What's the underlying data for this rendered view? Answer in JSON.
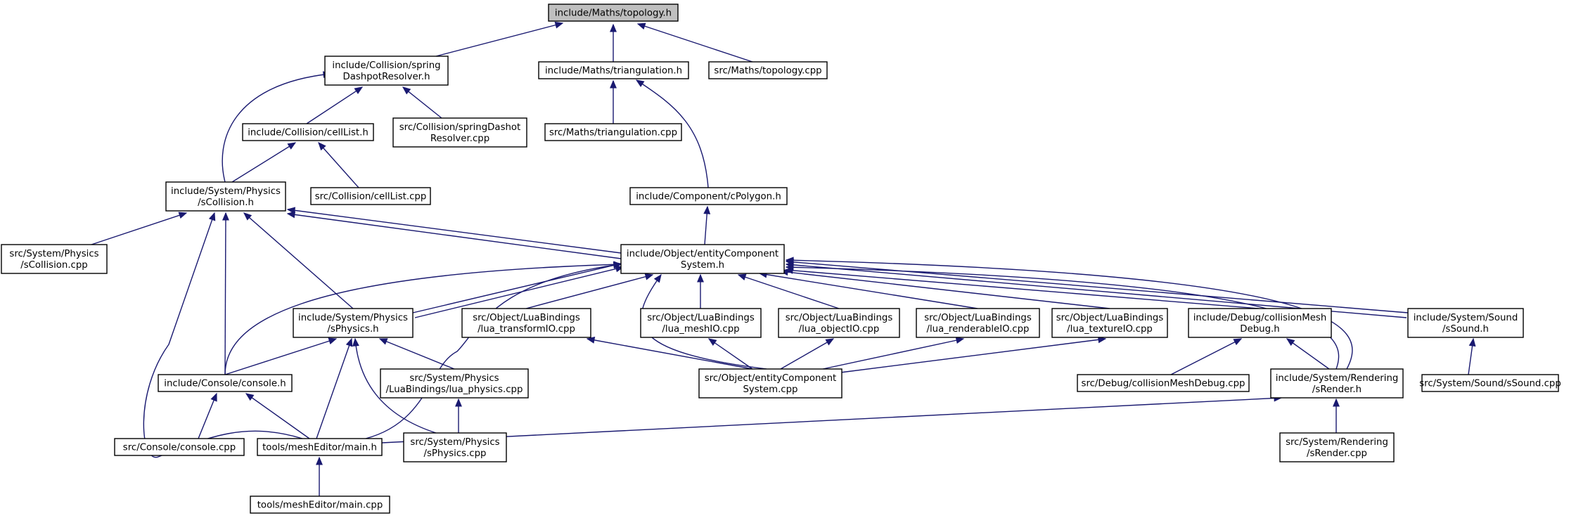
{
  "colors": {
    "edge": "#191970",
    "node_border": "#000000",
    "root_fill": "#bfbfbf",
    "node_fill": "#ffffff"
  },
  "nodes": [
    {
      "id": "n0",
      "lines": [
        "include/Maths/topology.h"
      ],
      "root": true
    },
    {
      "id": "n1",
      "lines": [
        "include/Collision/spring",
        "DashpotResolver.h"
      ]
    },
    {
      "id": "n2",
      "lines": [
        "include/Maths/triangulation.h"
      ]
    },
    {
      "id": "n3",
      "lines": [
        "src/Maths/topology.cpp"
      ]
    },
    {
      "id": "n4",
      "lines": [
        "include/Collision/cellList.h"
      ]
    },
    {
      "id": "n5",
      "lines": [
        "src/Collision/springDashot",
        "Resolver.cpp"
      ]
    },
    {
      "id": "n6",
      "lines": [
        "src/Maths/triangulation.cpp"
      ]
    },
    {
      "id": "n7",
      "lines": [
        "include/System/Physics",
        "/sCollision.h"
      ]
    },
    {
      "id": "n8",
      "lines": [
        "src/Collision/cellList.cpp"
      ]
    },
    {
      "id": "n9",
      "lines": [
        "include/Component/cPolygon.h"
      ]
    },
    {
      "id": "n10",
      "lines": [
        "src/System/Physics",
        "/sCollision.cpp"
      ]
    },
    {
      "id": "n11",
      "lines": [
        "include/Object/entityComponent",
        "System.h"
      ]
    },
    {
      "id": "n12",
      "lines": [
        "include/System/Physics",
        "/sPhysics.h"
      ]
    },
    {
      "id": "n13",
      "lines": [
        "src/Object/LuaBindings",
        "/lua_transformIO.cpp"
      ]
    },
    {
      "id": "n14",
      "lines": [
        "src/Object/LuaBindings",
        "/lua_meshIO.cpp"
      ]
    },
    {
      "id": "n15",
      "lines": [
        "src/Object/LuaBindings",
        "/lua_objectIO.cpp"
      ]
    },
    {
      "id": "n16",
      "lines": [
        "src/Object/LuaBindings",
        "/lua_renderableIO.cpp"
      ]
    },
    {
      "id": "n17",
      "lines": [
        "src/Object/LuaBindings",
        "/lua_textureIO.cpp"
      ]
    },
    {
      "id": "n18",
      "lines": [
        "include/Debug/collisionMesh",
        "Debug.h"
      ]
    },
    {
      "id": "n19",
      "lines": [
        "include/System/Sound",
        "/sSound.h"
      ]
    },
    {
      "id": "n20",
      "lines": [
        "include/Console/console.h"
      ]
    },
    {
      "id": "n21",
      "lines": [
        "src/System/Physics",
        "/LuaBindings/lua_physics.cpp"
      ]
    },
    {
      "id": "n22",
      "lines": [
        "src/Object/entityComponent",
        "System.cpp"
      ]
    },
    {
      "id": "n23",
      "lines": [
        "src/Debug/collisionMeshDebug.cpp"
      ]
    },
    {
      "id": "n24",
      "lines": [
        "include/System/Rendering",
        "/sRender.h"
      ]
    },
    {
      "id": "n25",
      "lines": [
        "src/System/Sound/sSound.cpp"
      ]
    },
    {
      "id": "n26",
      "lines": [
        "src/Console/console.cpp"
      ]
    },
    {
      "id": "n27",
      "lines": [
        "tools/meshEditor/main.h"
      ]
    },
    {
      "id": "n28",
      "lines": [
        "src/System/Physics",
        "/sPhysics.cpp"
      ]
    },
    {
      "id": "n29",
      "lines": [
        "src/System/Rendering",
        "/sRender.cpp"
      ]
    },
    {
      "id": "n30",
      "lines": [
        "tools/meshEditor/main.cpp"
      ]
    }
  ]
}
